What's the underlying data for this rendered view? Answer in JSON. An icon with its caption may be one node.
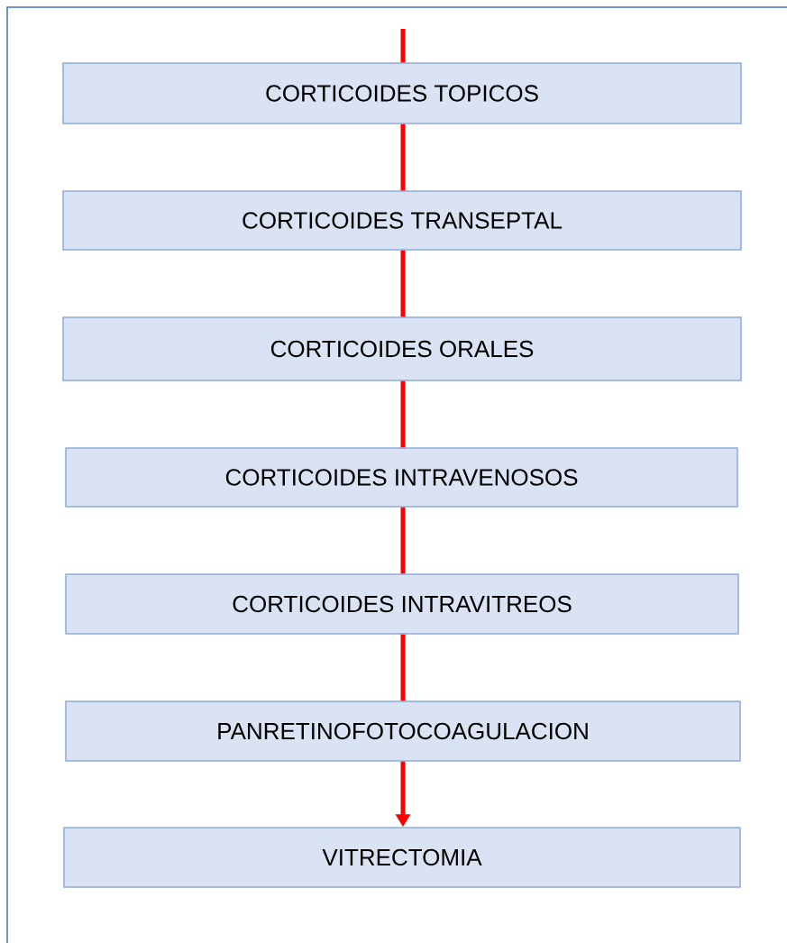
{
  "diagram": {
    "nodes": [
      {
        "text": [
          "CORTICOIDES TOPICOS"
        ]
      },
      {
        "text": [
          "CORTICOIDES TRANSEPTAL"
        ]
      },
      {
        "text": [
          "CORTICOIDES ORALES"
        ]
      },
      {
        "text": [
          "CORTICOIDES INTRAVENOSOS"
        ]
      },
      {
        "text": [
          "CORTICOIDES INTRAVITREOS"
        ]
      },
      {
        "text": [
          "PANRETINOFOTOCOAGULACION"
        ]
      },
      {
        "text": [
          "VITRECTOMIA"
        ]
      }
    ],
    "edges": [
      {
        "from": null,
        "to": 0,
        "arrow": "none"
      },
      {
        "from": 0,
        "to": 1,
        "arrow": "none"
      },
      {
        "from": 1,
        "to": 2,
        "arrow": "none"
      },
      {
        "from": 2,
        "to": 3,
        "arrow": "none"
      },
      {
        "from": 3,
        "to": 4,
        "arrow": "none"
      },
      {
        "from": 4,
        "to": 5,
        "arrow": "none"
      },
      {
        "from": 5,
        "to": 6,
        "arrow": "to"
      }
    ]
  }
}
